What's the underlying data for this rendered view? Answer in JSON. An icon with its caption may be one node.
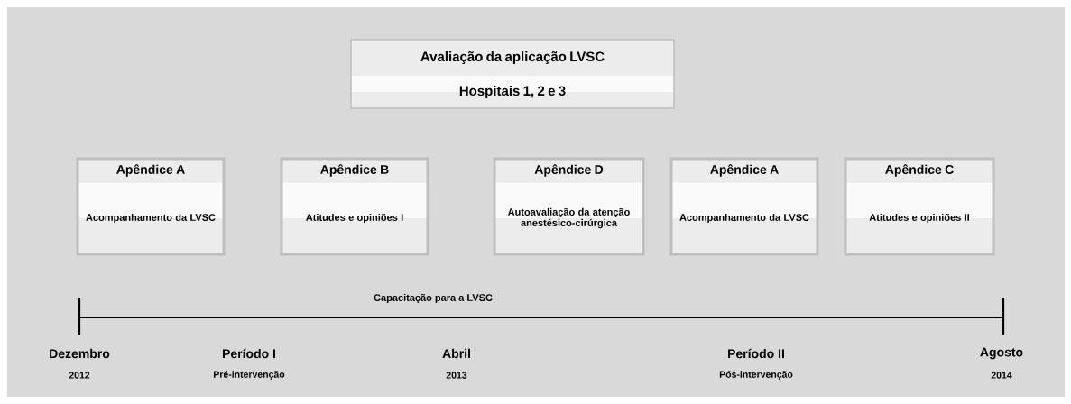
{
  "diagram": {
    "nodes": [
      {
        "text": [
          "Avaliação da aplicação LVSC",
          "Hospitais 1, 2 e 3"
        ]
      },
      {
        "text": [
          "Apêndice A",
          "Acompanhamento da LVSC"
        ]
      },
      {
        "text": [
          "Apêndice B",
          "Atitudes e opiniões I"
        ]
      },
      {
        "text": [
          "Apêndice D",
          "Autoavaliação da atenção anestésico-cirúrgica"
        ]
      },
      {
        "text": [
          "Apêndice A",
          "Acompanhamento da LVSC"
        ]
      },
      {
        "text": [
          "Apêndice C",
          "Atitudes e opiniões II"
        ]
      }
    ],
    "labels": [
      "Capacitação para a LVSC",
      "Dezembro",
      "Período I",
      "Abril",
      "Período II",
      "Agosto",
      "2012",
      "Pré-intervenção",
      "2013",
      "Pós-intervenção",
      "2014"
    ]
  }
}
